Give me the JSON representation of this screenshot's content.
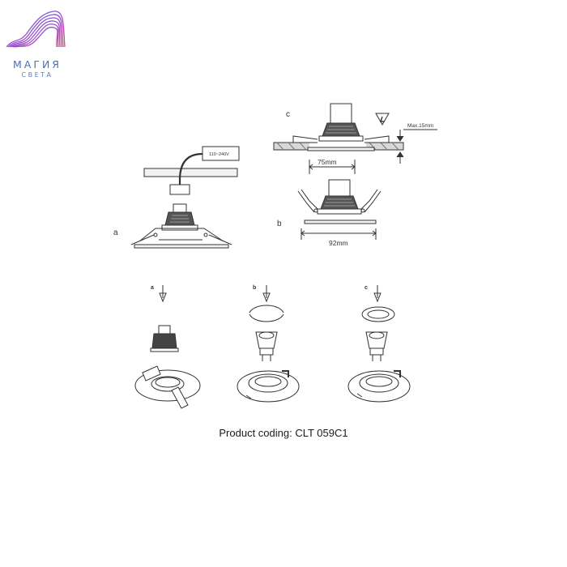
{
  "brand": {
    "name_line1": "МАГИЯ",
    "name_line2": "СВЕТА"
  },
  "diagram": {
    "label_a": "a",
    "label_b": "b",
    "label_c": "c",
    "voltage_label": "110~240V",
    "max_thickness_label": "Max.15mm",
    "cutout_label": "75mm",
    "outer_diameter_label": "92mm",
    "step_label_a": "a",
    "step_label_b": "b",
    "step_label_c": "c"
  },
  "footer": {
    "product_coding": "Product coding: CLT 059C1"
  }
}
